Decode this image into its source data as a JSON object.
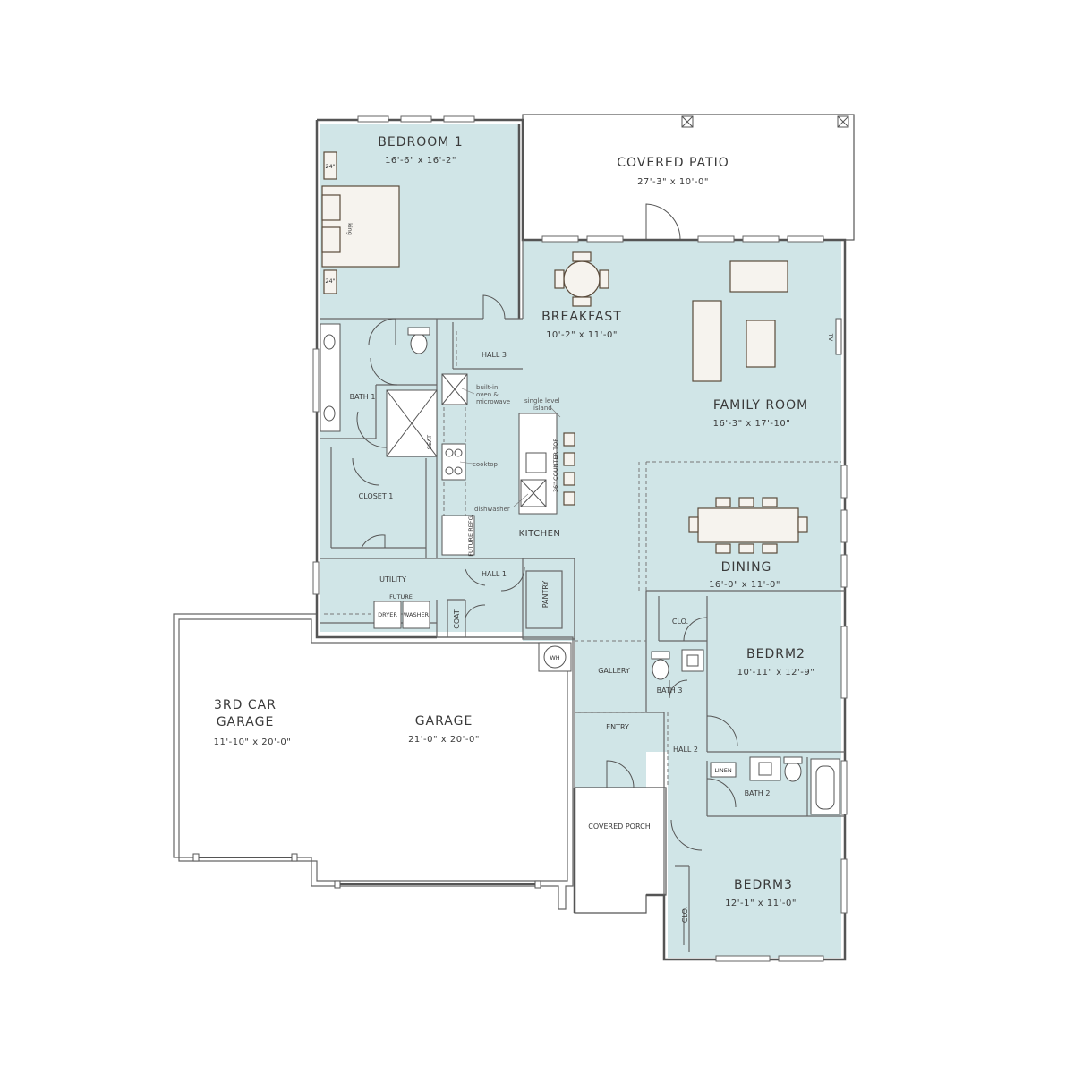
{
  "rooms": {
    "bedroom1": {
      "name": "BEDROOM 1",
      "dims": "16'-6\" x 16'-2\""
    },
    "covered_patio": {
      "name": "COVERED PATIO",
      "dims": "27'-3\" x 10'-0\""
    },
    "breakfast": {
      "name": "BREAKFAST",
      "dims": "10'-2\" x 11'-0\""
    },
    "family_room": {
      "name": "FAMILY ROOM",
      "dims": "16'-3\" x 17'-10\""
    },
    "dining": {
      "name": "DINING",
      "dims": "16'-0\" x 11'-0\""
    },
    "kitchen": {
      "name": "KITCHEN"
    },
    "bath1": {
      "name": "BATH 1"
    },
    "closet1": {
      "name": "CLOSET 1"
    },
    "hall3": {
      "name": "HALL 3"
    },
    "utility": {
      "name": "UTILITY"
    },
    "hall1": {
      "name": "HALL 1"
    },
    "pantry": {
      "name": "PANTRY"
    },
    "coat": {
      "name": "COAT"
    },
    "bedrm2": {
      "name": "BEDRM2",
      "dims": "10'-11\" x 12'-9\""
    },
    "clo_bedrm2": {
      "name": "CLO."
    },
    "bath3": {
      "name": "BATH 3"
    },
    "gallery": {
      "name": "GALLERY"
    },
    "entry": {
      "name": "ENTRY"
    },
    "hall2": {
      "name": "HALL 2"
    },
    "linen": {
      "name": "LINEN"
    },
    "bath2": {
      "name": "BATH 2"
    },
    "covered_porch": {
      "name": "COVERED PORCH"
    },
    "bedrm3": {
      "name": "BEDRM3",
      "dims": "12'-1\" x 11'-0\""
    },
    "clo_bedrm3": {
      "name": "CLO."
    },
    "garage": {
      "name": "GARAGE",
      "dims": "21'-0\" x 20'-0\""
    },
    "third_car_garage": {
      "name_line1": "3RD CAR",
      "name_line2": "GARAGE",
      "dims": "11'-10\" x 20'-0\""
    }
  },
  "annotations": {
    "king": "king",
    "nightstand_top": "24\"",
    "nightstand_bottom": "24\"",
    "tv": "TV",
    "oven": "built-in oven & microwave",
    "oven_line1": "built-in",
    "oven_line2": "oven &",
    "oven_line3": "microwave",
    "island_line1": "single level",
    "island_line2": "island",
    "counter_top": "36\" COUNTER TOP",
    "cooktop": "cooktop",
    "dishwasher": "dishwasher",
    "future_refg": "FUTURE REFG.",
    "seat": "SEAT",
    "future": "FUTURE",
    "dryer": "DRYER",
    "washer": "WASHER",
    "water_heater": "WH"
  },
  "colors": {
    "room_fill": "#d0e5e7",
    "wall": "#555555",
    "furniture": "#f6f3ee"
  }
}
